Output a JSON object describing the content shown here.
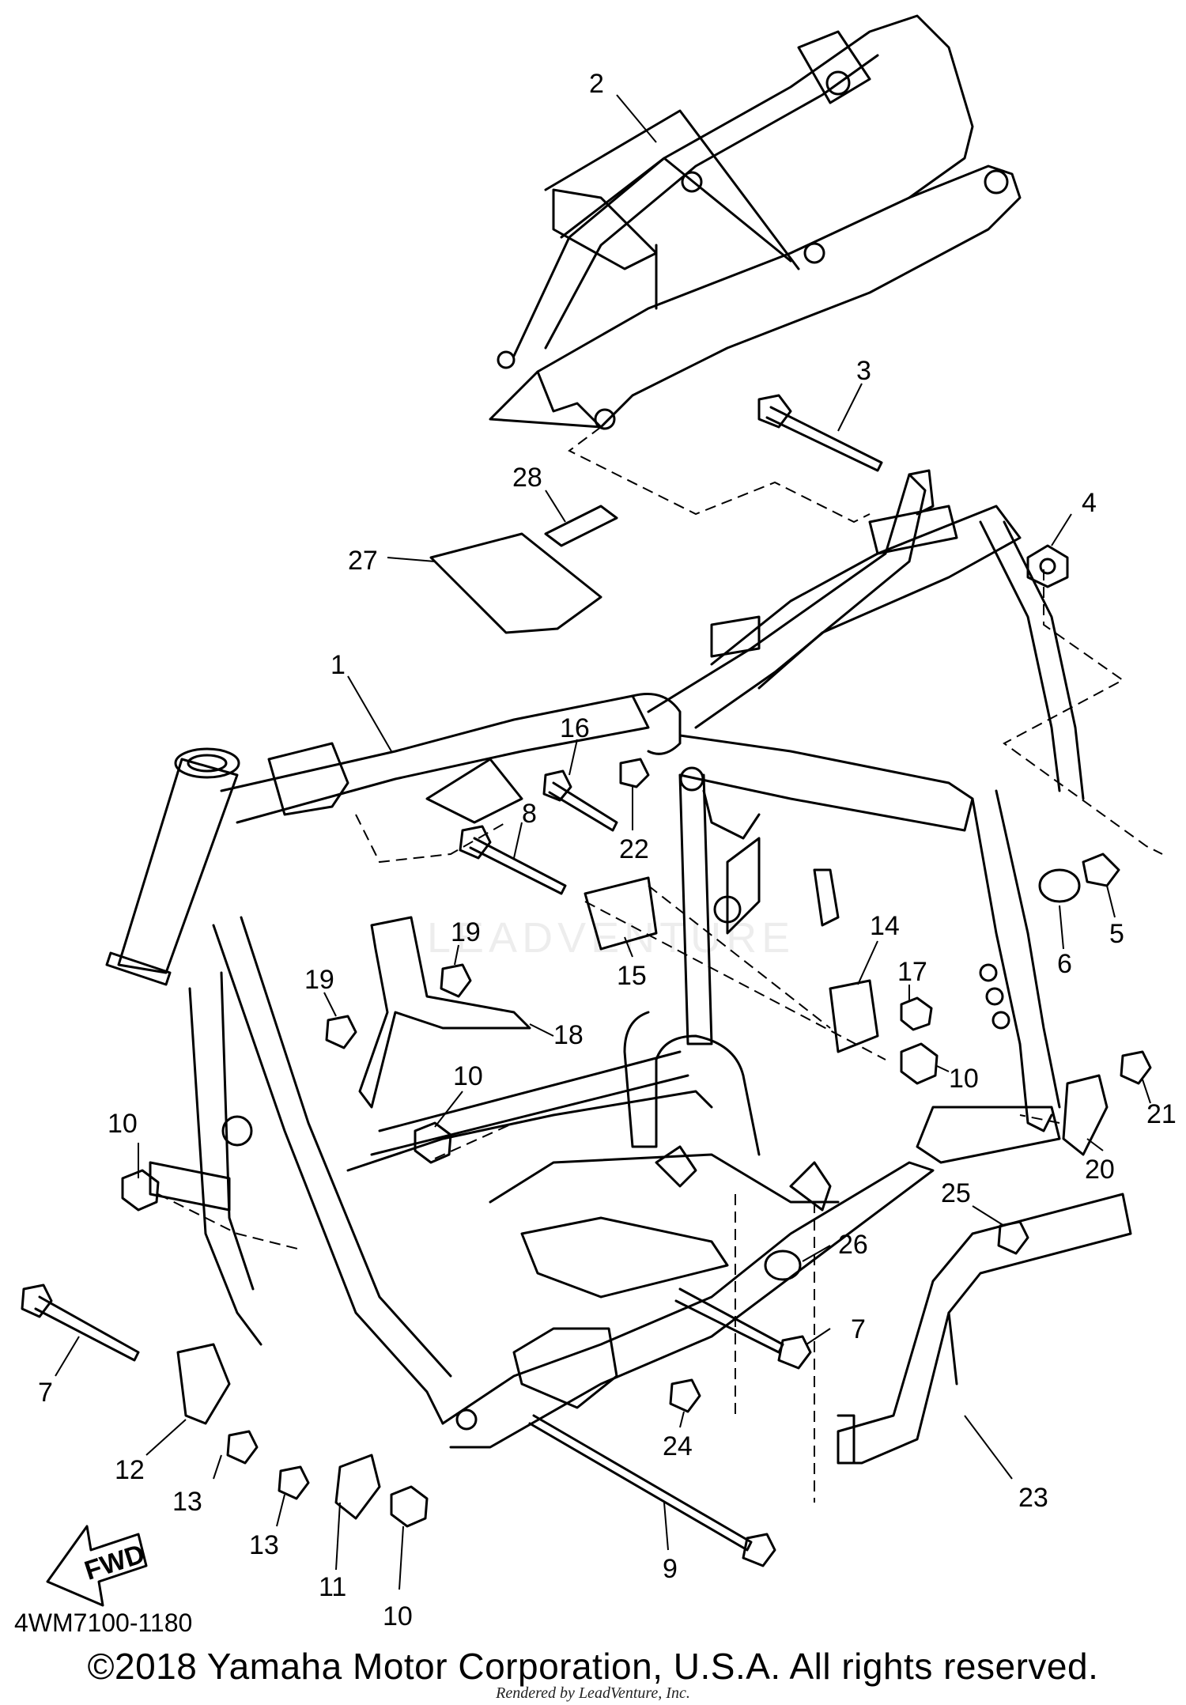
{
  "diagram": {
    "callouts": [
      "1",
      "2",
      "3",
      "4",
      "5",
      "6",
      "7",
      "7",
      "8",
      "9",
      "10",
      "10",
      "10",
      "10",
      "11",
      "12",
      "13",
      "13",
      "14",
      "15",
      "16",
      "17",
      "18",
      "19",
      "19",
      "20",
      "21",
      "22",
      "23",
      "24",
      "25",
      "26",
      "27",
      "28"
    ],
    "fwd_label": "FWD",
    "part_code": "4WM7100-1180",
    "watermark": "LEADVENTURE",
    "copyright": "©2018 Yamaha Motor Corporation, U.S.A. All rights reserved.",
    "rendered_by": "Rendered by LeadVenture, Inc."
  }
}
